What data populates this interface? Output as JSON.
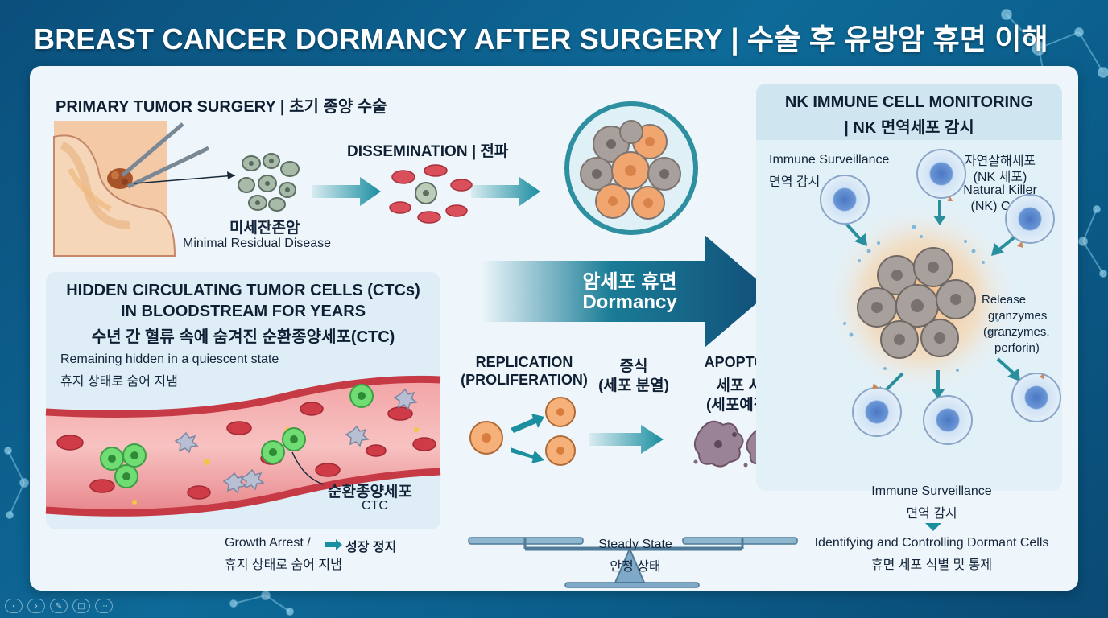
{
  "title": "BREAST CANCER DORMANCY AFTER SURGERY | 수술 후 유방암 휴면 이해",
  "surgery": {
    "heading": "PRIMARY TUMOR SURGERY  | 초기 종양 수술",
    "mrd_ko": "미세잔존암",
    "mrd_en": "Minimal Residual Disease"
  },
  "dissemination": {
    "label": "DISSEMINATION  | 전파"
  },
  "dormancy": {
    "ko": "암세포 휴면",
    "en": "Dormancy"
  },
  "ctc_panel": {
    "heading_line1": "HIDDEN CIRCULATING TUMOR CELLS (CTCs)",
    "heading_line2": "IN BLOODSTREAM FOR YEARS",
    "heading_line3": "수년 간 혈류 속에 숨겨진 순환종양세포(CTC)",
    "desc_en": "Remaining hidden in a quiescent state",
    "desc_ko": "휴지 상태로 숨어 지냄",
    "ctc_label_ko": "순환종양세포",
    "ctc_label_en": "CTC",
    "growth_arrest_en": "Growth Arrest /",
    "growth_arrest_ko": "성장 정지",
    "growth_arrest_sub": "휴지 상태로 숨어 지냄"
  },
  "balance": {
    "replication_en1": "REPLICATION",
    "replication_en2": "(PROLIFERATION)",
    "replication_ko1": "증식",
    "replication_ko2": "(세포 분열)",
    "apoptosis_en": "APOPTOSIS",
    "apoptosis_ko1": "세포 사멸",
    "apoptosis_ko2": "(세포예정사)",
    "steady_en": "Steady State",
    "steady_ko": "안정 상태"
  },
  "nk_panel": {
    "heading_line1": "NK IMMUNE CELL MONITORING",
    "heading_line2": "| NK 면역세포 감시",
    "surv_en": "Immune Surveillance",
    "surv_ko": "면역 감시",
    "nk_ko": "자연살해세포",
    "nk_ko2": "(NK 세포)",
    "nk_en1": "Natural Killer",
    "nk_en2": "(NK) Cells",
    "release1": "Release",
    "release2": "granzymes",
    "release3": "(granzymes,",
    "release4": "perforin)",
    "bottom_en": "Immune Surveillance",
    "bottom_ko": "면역 감시",
    "identify_en": "Identifying and Controlling Dormant Cells",
    "identify_ko": "휴면 세포 식별 및 통제"
  },
  "colors": {
    "background": "#0d5f8e",
    "teal_arrow": "#1b8ea0",
    "tumor_orange": "#f2a66f",
    "ctc_green": "#5fd36a",
    "nk_blue": "#4f82c9",
    "vessel_red": "#d7444d"
  }
}
